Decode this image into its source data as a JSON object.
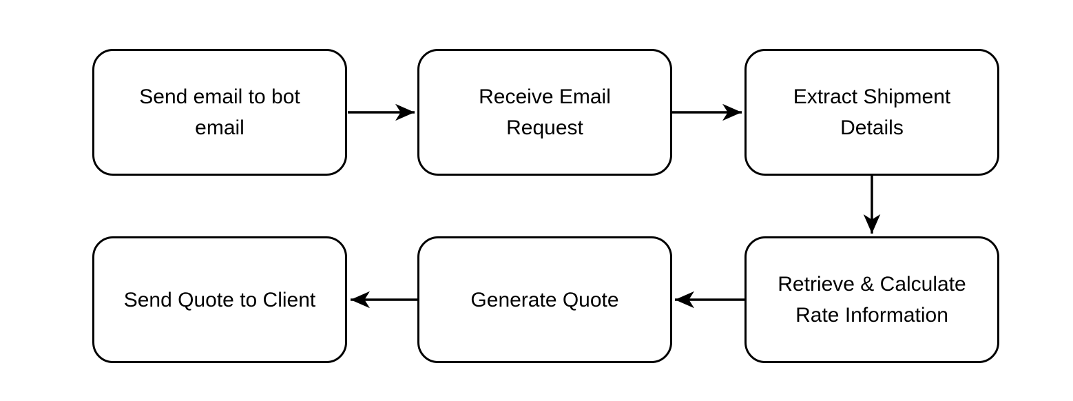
{
  "diagram": {
    "type": "flowchart",
    "colors": {
      "background": "#ffffff",
      "node_fill": "#ffffff",
      "node_border": "#000000",
      "arrow": "#000000",
      "text": "#000000"
    },
    "nodes": [
      {
        "id": "send-email-to-bot",
        "label": "Send email to bot\nemail"
      },
      {
        "id": "receive-email-request",
        "label": "Receive Email\nRequest"
      },
      {
        "id": "extract-shipment-details",
        "label": "Extract Shipment\nDetails"
      },
      {
        "id": "retrieve-calculate-rate",
        "label": "Retrieve & Calculate\nRate Information"
      },
      {
        "id": "generate-quote",
        "label": "Generate Quote"
      },
      {
        "id": "send-quote-to-client",
        "label": "Send Quote to Client"
      }
    ],
    "edges": [
      {
        "from": "send-email-to-bot",
        "to": "receive-email-request",
        "direction": "right"
      },
      {
        "from": "receive-email-request",
        "to": "extract-shipment-details",
        "direction": "right"
      },
      {
        "from": "extract-shipment-details",
        "to": "retrieve-calculate-rate",
        "direction": "down"
      },
      {
        "from": "retrieve-calculate-rate",
        "to": "generate-quote",
        "direction": "left"
      },
      {
        "from": "generate-quote",
        "to": "send-quote-to-client",
        "direction": "left"
      }
    ]
  }
}
